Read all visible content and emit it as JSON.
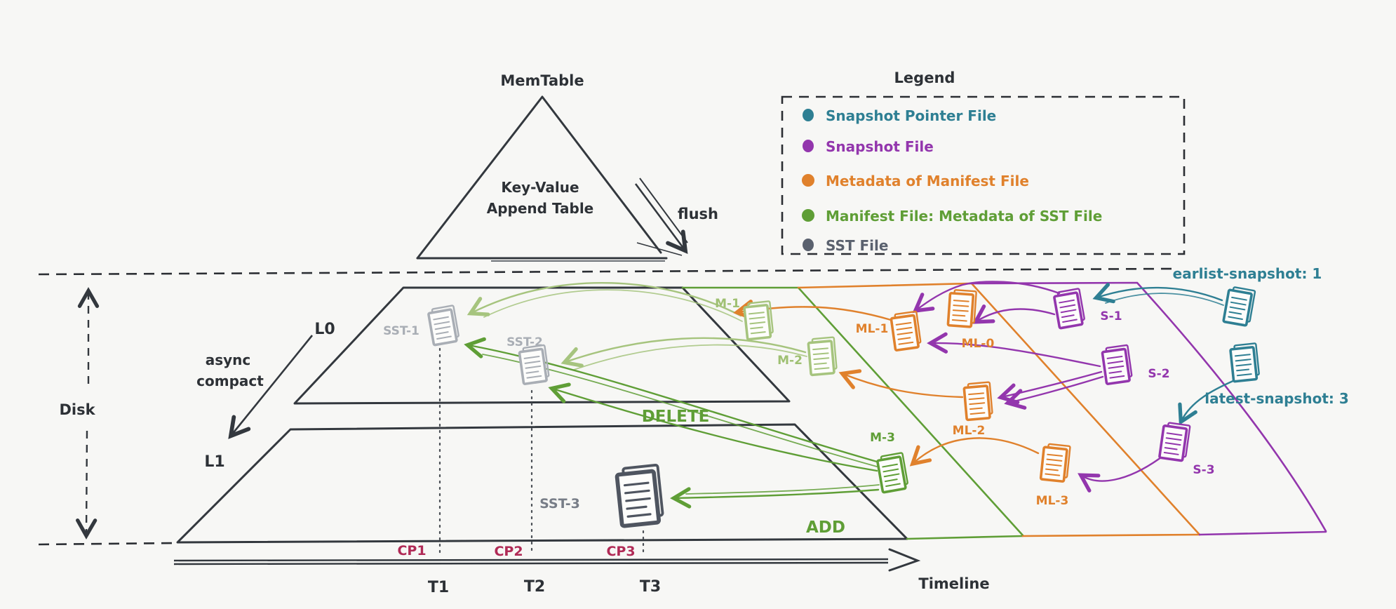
{
  "diagram": {
    "memtable": {
      "label": "MemTable",
      "line1": "Key-Value",
      "line2": "Append Table"
    },
    "flush_label": "flush",
    "disk_label": "Disk",
    "legend": {
      "title": "Legend",
      "items": [
        {
          "label": "Snapshot Pointer File",
          "color": "#2e7f93"
        },
        {
          "label": "Snapshot File",
          "color": "#9336ad"
        },
        {
          "label": "Metadata of Manifest File",
          "color": "#e0812c"
        },
        {
          "label": "Manifest File: Metadata of SST File",
          "color": "#67a13a"
        },
        {
          "label": "SST File",
          "color": "#5a616e"
        }
      ]
    },
    "levels": {
      "l0": "L0",
      "l1": "L1"
    },
    "compact": {
      "line1": "async",
      "line2": "compact"
    },
    "files": {
      "sst1": "SST-1",
      "sst2": "SST-2",
      "sst3": "SST-3",
      "m1": "M-1",
      "m2": "M-2",
      "m3": "M-3",
      "ml0": "ML-0",
      "ml1": "ML-1",
      "ml2": "ML-2",
      "ml3": "ML-3",
      "s1": "S-1",
      "s2": "S-2",
      "s3": "S-3"
    },
    "snapshot_pointers": {
      "earliest": "earlist-snapshot: 1",
      "latest": "latest-snapshot: 3"
    },
    "operations": {
      "delete": "DELETE",
      "add": "ADD"
    },
    "timeline": {
      "label": "Timeline",
      "checkpoints": [
        "CP1",
        "CP2",
        "CP3"
      ],
      "ticks": [
        "T1",
        "T2",
        "T3"
      ]
    },
    "colors": {
      "teal": "#2e7f93",
      "purple": "#9336ad",
      "orange": "#e0812c",
      "green": "#5f9e36",
      "light_green": "#a6c47e",
      "gray": "#5a616e",
      "light_gray": "#a9aeb5",
      "crimson": "#b02a56",
      "ink": "#2d3136"
    }
  }
}
